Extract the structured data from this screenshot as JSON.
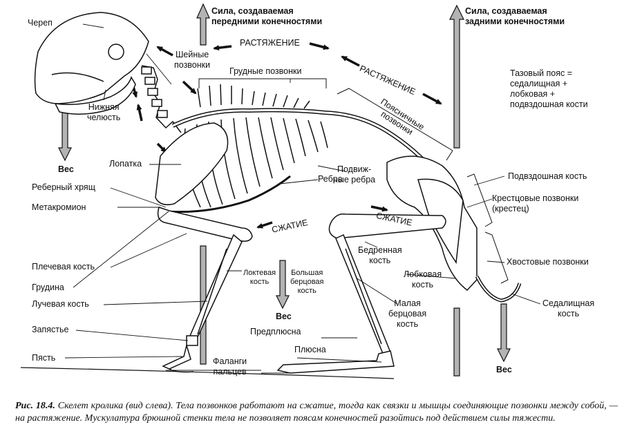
{
  "labels": {
    "skull": "Череп",
    "cervical": "Шейные\nпозвонки",
    "thoracic": "Грудные позвонки",
    "lumbar": "Поясничные\nпозвонки",
    "lower_jaw": "Нижняя\nчелюсть",
    "weight_front": "Вес",
    "weight_mid": "Вес",
    "weight_rear": "Вес",
    "scapula": "Лопатка",
    "scapular_spine": "Реберный хрящ",
    "metacromion": "Метакромион",
    "humerus": "Плечевая кость",
    "sternum": "Грудина",
    "radius": "Лучевая кость",
    "carpus": "Запястье",
    "metacarpus": "Пясть",
    "ulna": "Локтевая\nкость",
    "tibia": "Большая\nберцовая\nкость",
    "tarsus": "Предплюсна",
    "metatarsus": "Плюсна",
    "phalanges": "Фаланги\nпальцев",
    "floating_ribs": "Подвиж-\nные ребра",
    "ribs": "Ребра",
    "femur": "Бедренная\nкость",
    "pubis": "Лобковая\nкость",
    "fibula": "Малая\nберцовая\nкость",
    "ilium": "Подвздошная кость",
    "sacrum": "Крестцовые позвонки\n(крестец)",
    "caudal": "Хвостовые позвонки",
    "ischium": "Седалищная\nкость",
    "pelvic_girdle": "Тазовый пояс =\nседалищная +\nлобковая +\nподвздошная кости",
    "force_front": "Сила, создаваемая\nпередними конечностями",
    "force_rear": "Сила, создаваемая\nзадними конечностями",
    "tension_top": "РАСТЯЖЕНИЕ",
    "tension_right": "РАСТЯЖЕНИЕ",
    "compression_left": "СЖАТИЕ",
    "compression_right": "СЖАТИЕ"
  },
  "caption": {
    "figure_no": "Рис. 18.4.",
    "text": "Скелет кролика (вид слева). Тела позвонков работают на сжатие, тогда как связки и мышцы соединяющие позвонки между собой, — на растяжение. Мускулатура брюшной стенки тела не позволяет поясам конечностей разойтись под действием силы тяжести."
  },
  "colors": {
    "force_arrow_fill": "#b3b3b3",
    "ink": "#111111",
    "background": "#ffffff"
  }
}
